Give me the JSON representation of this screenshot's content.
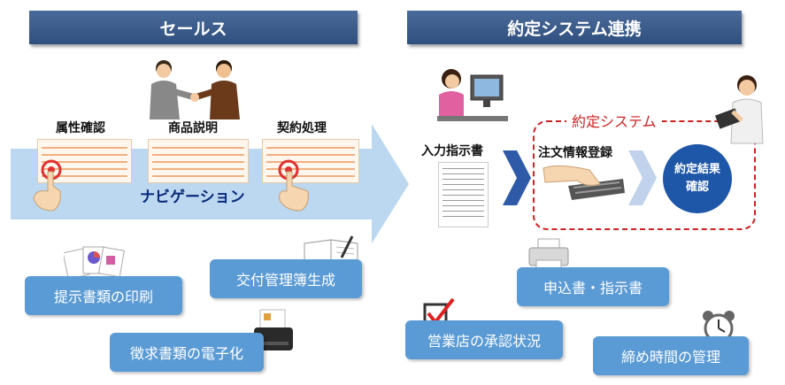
{
  "sales": {
    "title": "セールス",
    "steps": [
      "属性確認",
      "商品説明",
      "契約処理"
    ],
    "navigation_label": "ナビゲーション",
    "features": [
      "提示書類の印刷",
      "交付管理簿生成",
      "徴求書類の電子化"
    ]
  },
  "contract": {
    "title": "約定システム連携",
    "input_label": "入力指示書",
    "system_label": "約定システム",
    "order_label": "注文情報登録",
    "result_label": "約定結果確認",
    "features": [
      "申込書・指示書",
      "営業店の承認状況",
      "締め時間の管理"
    ]
  },
  "colors": {
    "header": "#2f4f7f",
    "pill": "#5b9bd5",
    "arrow": "#b8d6f0",
    "chevron": "#2f5aa8",
    "result_circle": "#1e56a8",
    "dashed": "#cc2222"
  },
  "icons": [
    "handshake-icon",
    "touch-hand-icon",
    "operator-icon",
    "tablet-user-icon",
    "keyboard-hand-icon",
    "printer-icon",
    "checkbox-icon",
    "alarm-clock-icon",
    "brochure-icon",
    "notebook-icon",
    "scanner-icon"
  ]
}
